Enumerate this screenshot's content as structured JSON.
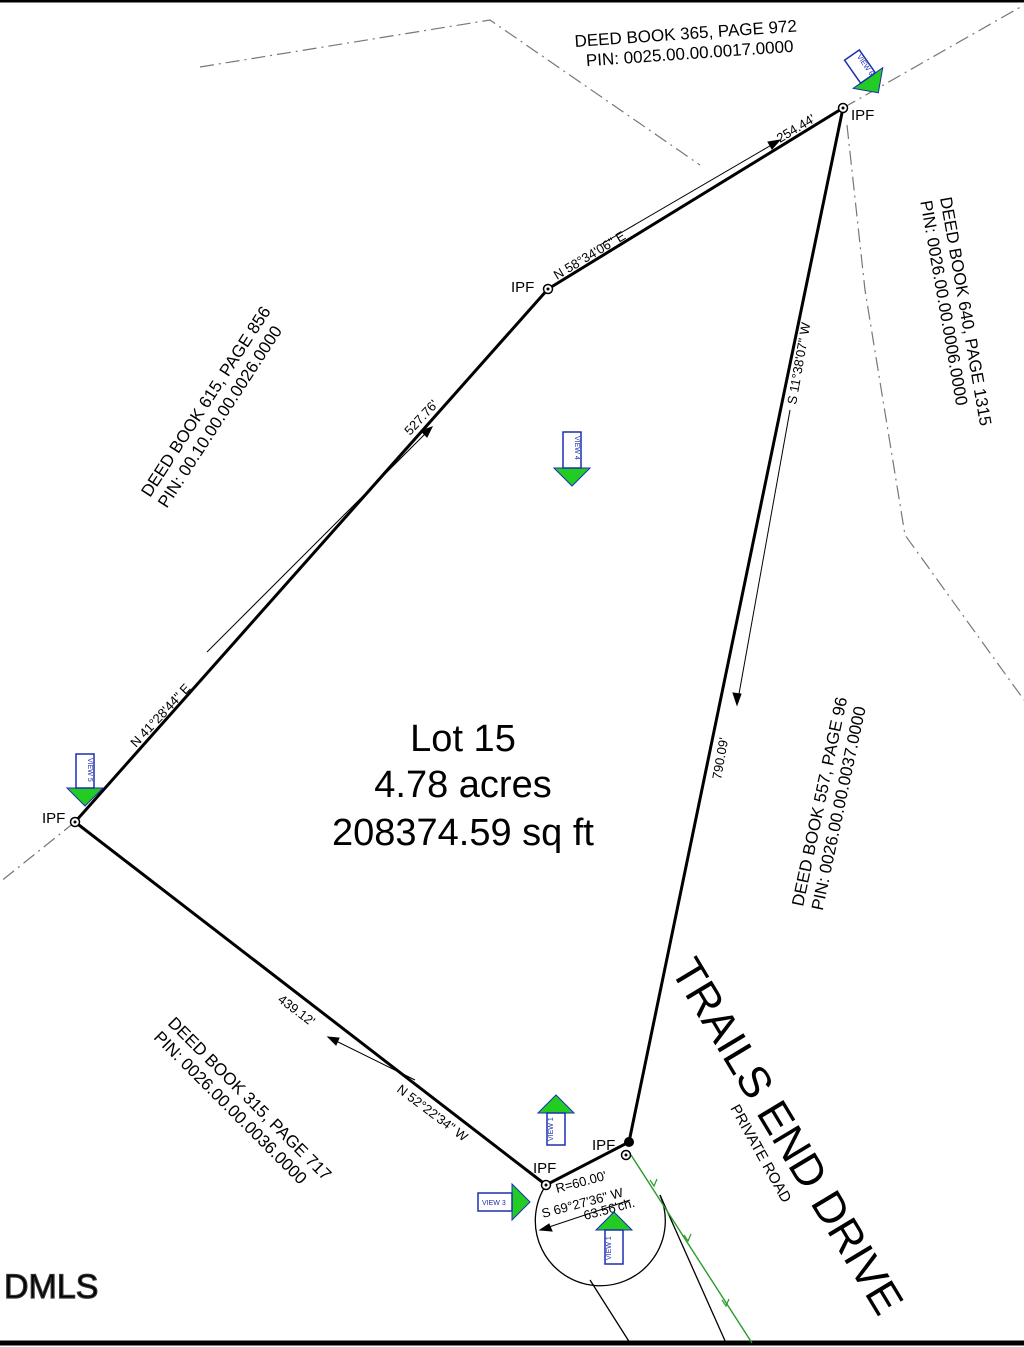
{
  "lot": {
    "name": "Lot 15",
    "acres": "4.78 acres",
    "sqft": "208374.59 sq ft"
  },
  "road": {
    "name": "TRAILS END DRIVE",
    "type": "PRIVATE ROAD"
  },
  "adjoiners": [
    {
      "deed": "DEED BOOK 365, PAGE 972",
      "pin": "PIN: 0025.00.00.0017.0000"
    },
    {
      "deed": "DEED BOOK 640, PAGE 1315",
      "pin": "PIN: 0026.00.00.0006.0000"
    },
    {
      "deed": "DEED BOOK 615, PAGE 856",
      "pin": "PIN: 00.10.00.00.0026.0000"
    },
    {
      "deed": "DEED BOOK 557, PAGE 96",
      "pin": "PIN: 0026.00.00.0037.0000"
    },
    {
      "deed": "DEED BOOK 315, PAGE 717",
      "pin": "PIN: 0026.00.00.0036.0000"
    }
  ],
  "courses": [
    {
      "bearing": "N 58°34'06\" E",
      "distance": "254.44'"
    },
    {
      "bearing": "S 11°38'07\" W",
      "distance": "790.09'"
    },
    {
      "bearing": "N 41°28'44\" E",
      "distance": "527.76'"
    },
    {
      "bearing": "N 52°22'34\" W",
      "distance": "439.12'"
    }
  ],
  "curve": {
    "radius": "R=60.00'",
    "chord_bearing": "S 69°27'36\" W",
    "chord": "63.56'ch."
  },
  "corner_label": "IPF",
  "views": [
    "VIEW 1",
    "VIEW 1",
    "VIEW 3",
    "VIEW 4",
    "VIEW 5",
    "VIEW 6"
  ],
  "watermark": "DMLS",
  "colors": {
    "arrow_fill": "#22cc22",
    "view_box": "#1a2fb0",
    "centerline": "#2a9a2a"
  }
}
